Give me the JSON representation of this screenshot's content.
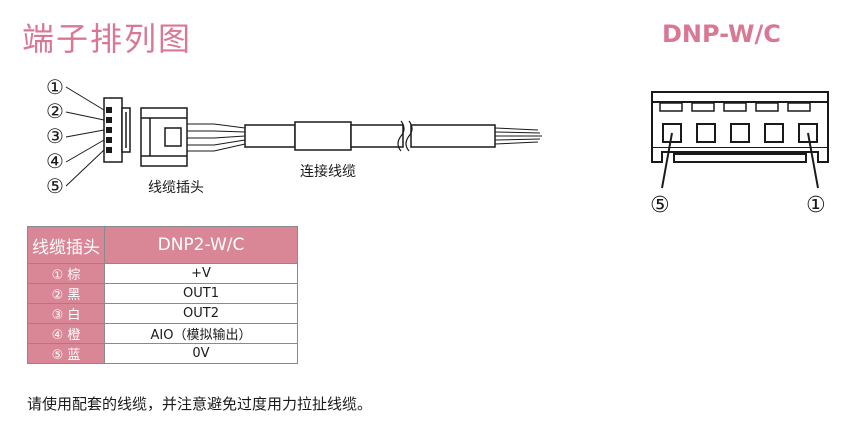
{
  "page_title": "端子排列图",
  "model_title": "DNP-W/C",
  "diagram": {
    "pin_markers": [
      "①",
      "②",
      "③",
      "④",
      "⑤"
    ],
    "plug_label": "线缆插头",
    "cable_label": "连接线缆",
    "connector_marker_left": "⑤",
    "connector_marker_right": "①"
  },
  "table": {
    "header": [
      "线缆插头",
      "DNP2-W/C"
    ],
    "rows": [
      {
        "pin": "① 棕",
        "signal": "+V"
      },
      {
        "pin": "② 黑",
        "signal": "OUT1"
      },
      {
        "pin": "③ 白",
        "signal": "OUT2"
      },
      {
        "pin": "④ 橙",
        "signal": "AIO（模拟输出）"
      },
      {
        "pin": "⑤ 蓝",
        "signal": "0V"
      }
    ]
  },
  "note": "请使用配套的线缆，并注意避免过度用力拉扯线缆。",
  "colors": {
    "accent": "#d97894",
    "table_header": "#d98796"
  }
}
